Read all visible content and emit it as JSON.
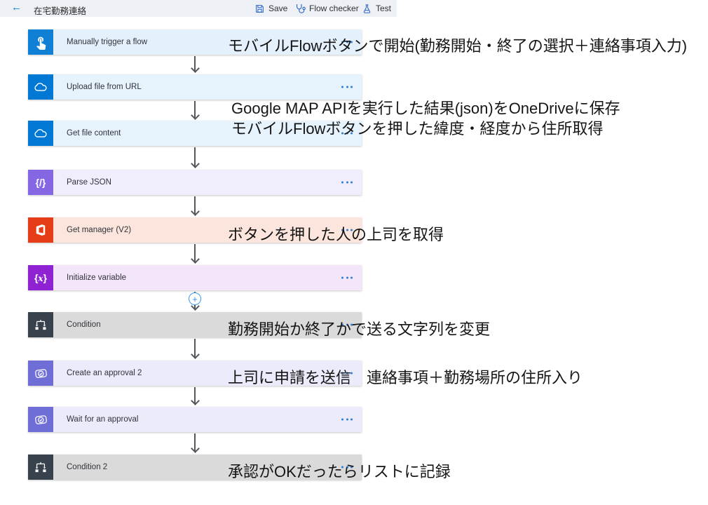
{
  "header": {
    "title": "在宅勤務連絡",
    "save_label": "Save",
    "flow_checker_label": "Flow checker",
    "test_label": "Test"
  },
  "flow": {
    "steps": [
      {
        "label": "Manually trigger a flow",
        "icon": "hand-touch",
        "icon_bg": "#1080d6",
        "card_bg": "#e4f1fc"
      },
      {
        "label": "Upload file from URL",
        "icon": "onedrive-cloud",
        "icon_bg": "#0078d4",
        "card_bg": "#e6f2fc"
      },
      {
        "label": "Get file content",
        "icon": "onedrive-cloud",
        "icon_bg": "#0078d4",
        "card_bg": "#e6f2fc"
      },
      {
        "label": "Parse JSON",
        "icon": "braces-slash",
        "icon_bg": "#8566e3",
        "card_bg": "#f0edfc"
      },
      {
        "label": "Get manager (V2)",
        "icon": "office-logo",
        "icon_bg": "#e53d17",
        "card_bg": "#fbe5dc"
      },
      {
        "label": "Initialize variable",
        "icon": "variable-braces",
        "icon_bg": "#8f23d3",
        "card_bg": "#f4e6fa"
      },
      {
        "label": "Condition",
        "icon": "condition-branch",
        "icon_bg": "#38424d",
        "card_bg": "#dadada"
      },
      {
        "label": "Create an approval 2",
        "icon": "approval-check",
        "icon_bg": "#6f6ed7",
        "card_bg": "#ebebfb"
      },
      {
        "label": "Wait for an approval",
        "icon": "approval-check",
        "icon_bg": "#6f6ed7",
        "card_bg": "#ebebfb"
      },
      {
        "label": "Condition 2",
        "icon": "condition-branch",
        "icon_bg": "#38424d",
        "card_bg": "#dadada"
      }
    ],
    "insert_plus": "+",
    "parse_json_glyph": "{/}",
    "accent_dots_color": "#2e7cd6"
  },
  "annotations": [
    {
      "text": "モバイルFlowボタンで開始(勤務開始・終了の選択＋連絡事項入力)"
    },
    {
      "text": "Google MAP APIを実行した結果(json)をOneDriveに保存"
    },
    {
      "text": "モバイルFlowボタンを押した緯度・経度から住所取得"
    },
    {
      "text": "ボタンを押した人の上司を取得"
    },
    {
      "text": "勤務開始か終了かで送る文字列を変更"
    },
    {
      "text": "上司に申請を送信　連絡事項＋勤務場所の住所入り"
    },
    {
      "text": "承認がOKだったらリストに記録"
    }
  ]
}
